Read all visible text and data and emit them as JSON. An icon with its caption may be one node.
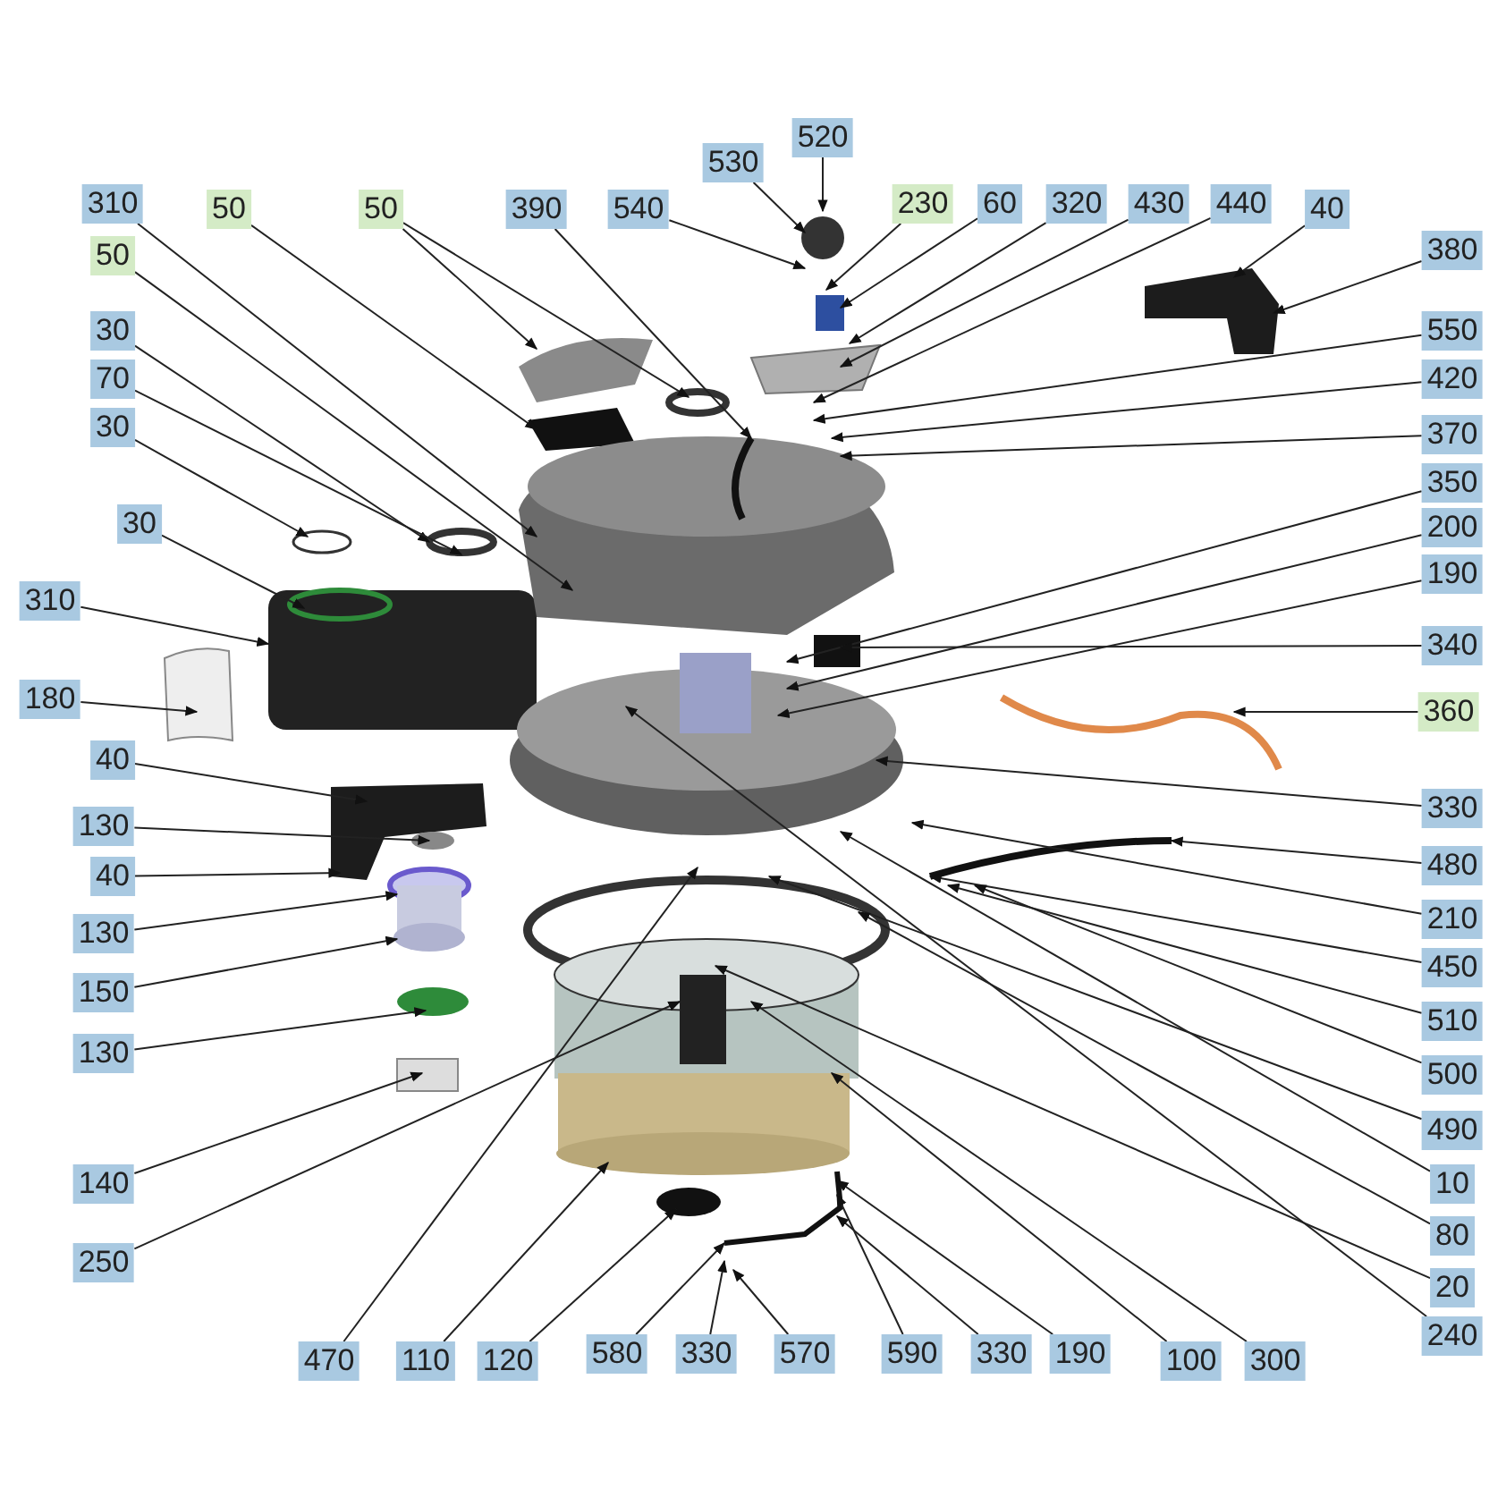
{
  "diagram": {
    "nodes": [
      {
        "text": [
          "520"
        ]
      },
      {
        "text": [
          "530"
        ]
      },
      {
        "text": [
          "310"
        ]
      },
      {
        "text": [
          "50"
        ]
      },
      {
        "text": [
          "50"
        ]
      },
      {
        "text": [
          "390"
        ]
      },
      {
        "text": [
          "540"
        ]
      },
      {
        "text": [
          "230"
        ]
      },
      {
        "text": [
          "60"
        ]
      },
      {
        "text": [
          "320"
        ]
      },
      {
        "text": [
          "430"
        ]
      },
      {
        "text": [
          "440"
        ]
      },
      {
        "text": [
          "40"
        ]
      },
      {
        "text": [
          "50"
        ]
      },
      {
        "text": [
          "380"
        ]
      },
      {
        "text": [
          "30"
        ]
      },
      {
        "text": [
          "550"
        ]
      },
      {
        "text": [
          "70"
        ]
      },
      {
        "text": [
          "420"
        ]
      },
      {
        "text": [
          "30"
        ]
      },
      {
        "text": [
          "370"
        ]
      },
      {
        "text": [
          "350"
        ]
      },
      {
        "text": [
          "30"
        ]
      },
      {
        "text": [
          "200"
        ]
      },
      {
        "text": [
          "190"
        ]
      },
      {
        "text": [
          "310"
        ]
      },
      {
        "text": [
          "340"
        ]
      },
      {
        "text": [
          "180"
        ]
      },
      {
        "text": [
          "360"
        ]
      },
      {
        "text": [
          "40"
        ]
      },
      {
        "text": [
          "330"
        ]
      },
      {
        "text": [
          "130"
        ]
      },
      {
        "text": [
          "480"
        ]
      },
      {
        "text": [
          "40"
        ]
      },
      {
        "text": [
          "130"
        ]
      },
      {
        "text": [
          "210"
        ]
      },
      {
        "text": [
          "450"
        ]
      },
      {
        "text": [
          "150"
        ]
      },
      {
        "text": [
          "510"
        ]
      },
      {
        "text": [
          "130"
        ]
      },
      {
        "text": [
          "500"
        ]
      },
      {
        "text": [
          "490"
        ]
      },
      {
        "text": [
          "140"
        ]
      },
      {
        "text": [
          "10"
        ]
      },
      {
        "text": [
          "80"
        ]
      },
      {
        "text": [
          "250"
        ]
      },
      {
        "text": [
          "20"
        ]
      },
      {
        "text": [
          "240"
        ]
      },
      {
        "text": [
          "470"
        ]
      },
      {
        "text": [
          "110"
        ]
      },
      {
        "text": [
          "120"
        ]
      },
      {
        "text": [
          "580"
        ]
      },
      {
        "text": [
          "330"
        ]
      },
      {
        "text": [
          "570"
        ]
      },
      {
        "text": [
          "590"
        ]
      },
      {
        "text": [
          "330"
        ]
      },
      {
        "text": [
          "190"
        ]
      },
      {
        "text": [
          "100"
        ]
      },
      {
        "text": [
          "300"
        ]
      }
    ],
    "edges": [
      {
        "from": 0,
        "to": null,
        "arrow": "to"
      },
      {
        "from": 1,
        "to": null,
        "arrow": "to"
      },
      {
        "from": 2,
        "to": null,
        "arrow": "to"
      },
      {
        "from": 3,
        "to": null,
        "arrow": "to"
      },
      {
        "from": 4,
        "to": null,
        "arrow": "to"
      },
      {
        "from": 4,
        "to": null,
        "arrow": "to"
      },
      {
        "from": 5,
        "to": null,
        "arrow": "to"
      },
      {
        "from": 6,
        "to": null,
        "arrow": "to"
      },
      {
        "from": 7,
        "to": null,
        "arrow": "to"
      },
      {
        "from": 8,
        "to": null,
        "arrow": "to"
      },
      {
        "from": 9,
        "to": null,
        "arrow": "to"
      },
      {
        "from": 10,
        "to": null,
        "arrow": "to"
      },
      {
        "from": 11,
        "to": null,
        "arrow": "to"
      },
      {
        "from": 12,
        "to": null,
        "arrow": "to"
      },
      {
        "from": 13,
        "to": null,
        "arrow": "to"
      },
      {
        "from": 14,
        "to": null,
        "arrow": "to"
      },
      {
        "from": 15,
        "to": null,
        "arrow": "to"
      },
      {
        "from": 16,
        "to": null,
        "arrow": "to"
      },
      {
        "from": 17,
        "to": null,
        "arrow": "to"
      },
      {
        "from": 18,
        "to": null,
        "arrow": "to"
      },
      {
        "from": 19,
        "to": null,
        "arrow": "to"
      },
      {
        "from": 20,
        "to": null,
        "arrow": "to"
      },
      {
        "from": 21,
        "to": null,
        "arrow": "to"
      },
      {
        "from": 22,
        "to": null,
        "arrow": "to"
      },
      {
        "from": 23,
        "to": null,
        "arrow": "to"
      },
      {
        "from": 24,
        "to": null,
        "arrow": "to"
      },
      {
        "from": 25,
        "to": null,
        "arrow": "to"
      },
      {
        "from": 26,
        "to": null,
        "arrow": "to"
      },
      {
        "from": 27,
        "to": null,
        "arrow": "to"
      },
      {
        "from": 28,
        "to": null,
        "arrow": "to"
      },
      {
        "from": 29,
        "to": null,
        "arrow": "to"
      },
      {
        "from": 30,
        "to": null,
        "arrow": "to"
      },
      {
        "from": 31,
        "to": null,
        "arrow": "to"
      },
      {
        "from": 32,
        "to": null,
        "arrow": "to"
      },
      {
        "from": 33,
        "to": null,
        "arrow": "to"
      },
      {
        "from": 34,
        "to": null,
        "arrow": "to"
      },
      {
        "from": 35,
        "to": null,
        "arrow": "to"
      },
      {
        "from": 36,
        "to": null,
        "arrow": "to"
      },
      {
        "from": 37,
        "to": null,
        "arrow": "to"
      },
      {
        "from": 38,
        "to": null,
        "arrow": "to"
      },
      {
        "from": 39,
        "to": null,
        "arrow": "to"
      },
      {
        "from": 40,
        "to": null,
        "arrow": "to"
      },
      {
        "from": 41,
        "to": null,
        "arrow": "to"
      },
      {
        "from": 42,
        "to": null,
        "arrow": "to"
      },
      {
        "from": 43,
        "to": null,
        "arrow": "to"
      },
      {
        "from": 44,
        "to": null,
        "arrow": "to"
      },
      {
        "from": 45,
        "to": null,
        "arrow": "to"
      },
      {
        "from": 46,
        "to": null,
        "arrow": "to"
      },
      {
        "from": 47,
        "to": null,
        "arrow": "to"
      },
      {
        "from": 48,
        "to": null,
        "arrow": "to"
      },
      {
        "from": 49,
        "to": null,
        "arrow": "to"
      },
      {
        "from": 50,
        "to": null,
        "arrow": "to"
      },
      {
        "from": 51,
        "to": null,
        "arrow": "to"
      },
      {
        "from": 52,
        "to": null,
        "arrow": "to"
      },
      {
        "from": 53,
        "to": null,
        "arrow": "to"
      },
      {
        "from": 54,
        "to": null,
        "arrow": "to"
      },
      {
        "from": 55,
        "to": null,
        "arrow": "to"
      },
      {
        "from": 56,
        "to": null,
        "arrow": "to"
      },
      {
        "from": 57,
        "to": null,
        "arrow": "to"
      },
      {
        "from": 58,
        "to": null,
        "arrow": "to"
      }
    ]
  }
}
